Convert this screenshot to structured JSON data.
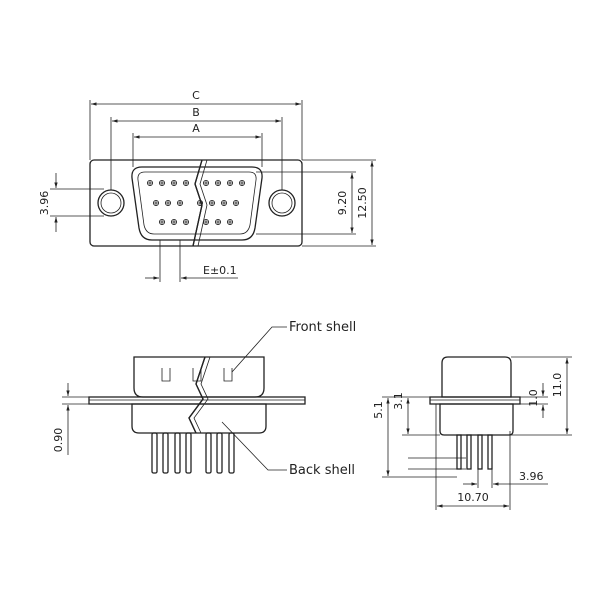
{
  "dimensions": {
    "c": "C",
    "b": "B",
    "a": "A",
    "e": "E±0.1",
    "v396": "3.96",
    "v920": "9.20",
    "v1250": "12.50",
    "v090": "0.90",
    "v51": "5.1",
    "v31": "3.1",
    "v10": "1.0",
    "v110": "11.0",
    "v396b": "3.96",
    "v1070": "10.70"
  },
  "callouts": {
    "front_shell": "Front shell",
    "back_shell": "Back shell"
  }
}
